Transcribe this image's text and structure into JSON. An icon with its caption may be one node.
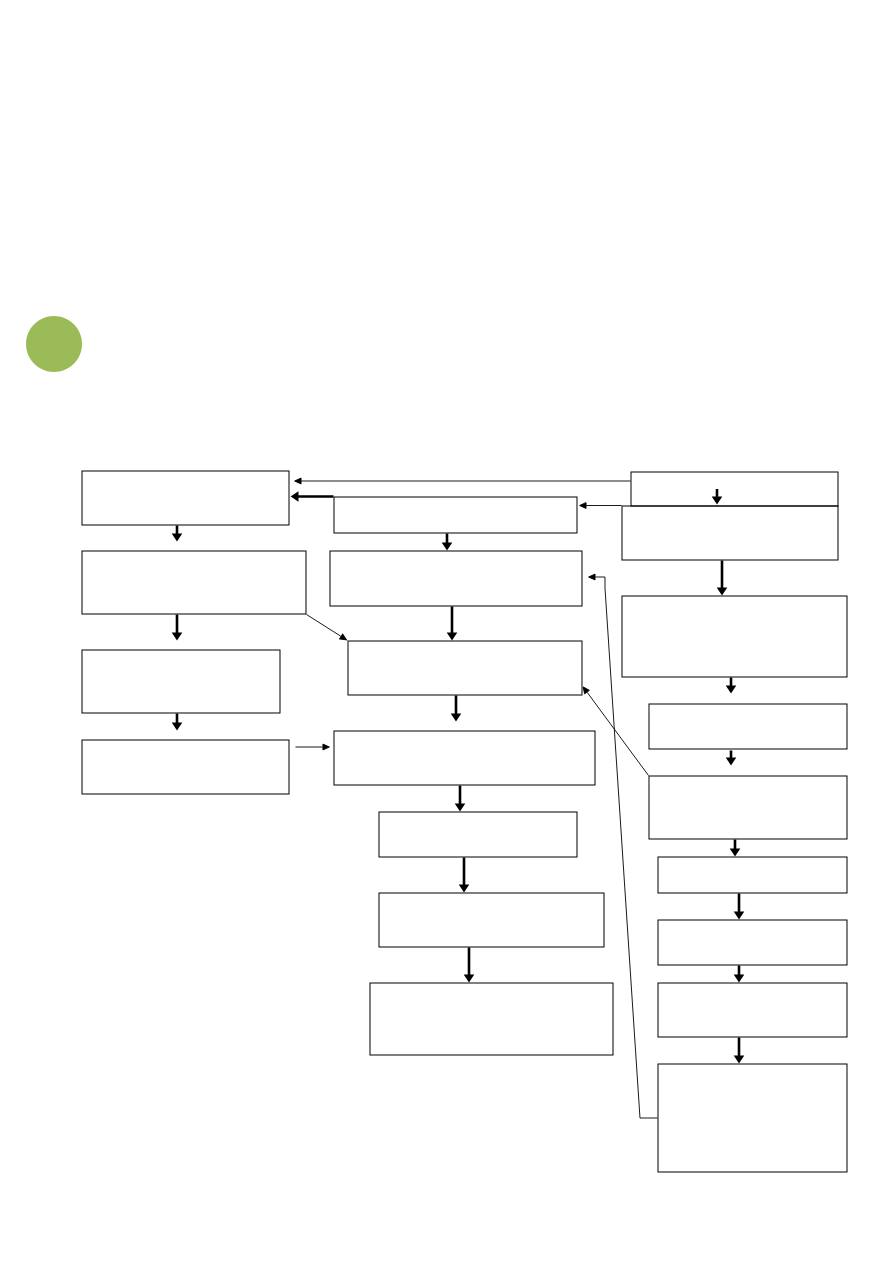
{
  "diagram": {
    "nodes": [
      {
        "text": [],
        "shape": "box"
      },
      {
        "text": [],
        "shape": "box"
      },
      {
        "text": [],
        "shape": "box"
      },
      {
        "text": [],
        "shape": "box"
      },
      {
        "text": [],
        "shape": "box"
      },
      {
        "text": [],
        "shape": "box"
      },
      {
        "text": [],
        "shape": "box"
      },
      {
        "text": [],
        "shape": "box"
      },
      {
        "text": [],
        "shape": "box"
      },
      {
        "text": [],
        "shape": "box"
      },
      {
        "text": [],
        "shape": "box"
      },
      {
        "text": [],
        "shape": "box"
      },
      {
        "text": [],
        "shape": "box"
      },
      {
        "text": [],
        "shape": "box"
      },
      {
        "text": [],
        "shape": "box"
      },
      {
        "text": [],
        "shape": "box"
      },
      {
        "text": [],
        "shape": "box"
      },
      {
        "text": [],
        "shape": "box"
      },
      {
        "text": [],
        "shape": "box"
      },
      {
        "text": [],
        "shape": "box"
      }
    ],
    "edges": [
      {
        "from": 11,
        "to": 0,
        "arrow": "to"
      },
      {
        "from": 4,
        "to": 0,
        "arrow": "to"
      },
      {
        "from": 12,
        "to": 4,
        "arrow": "to"
      },
      {
        "from": 11,
        "to": 12,
        "arrow": "to"
      },
      {
        "from": 0,
        "to": 1,
        "arrow": "to"
      },
      {
        "from": 1,
        "to": 2,
        "arrow": "to"
      },
      {
        "from": 2,
        "to": 3,
        "arrow": "to"
      },
      {
        "from": 3,
        "to": 7,
        "arrow": "to"
      },
      {
        "from": 1,
        "to": 6,
        "arrow": "to"
      },
      {
        "from": 4,
        "to": 5,
        "arrow": "to"
      },
      {
        "from": 5,
        "to": 6,
        "arrow": "to"
      },
      {
        "from": 6,
        "to": 7,
        "arrow": "to"
      },
      {
        "from": 7,
        "to": 8,
        "arrow": "to"
      },
      {
        "from": 8,
        "to": 9,
        "arrow": "to"
      },
      {
        "from": 9,
        "to": 10,
        "arrow": "to"
      },
      {
        "from": 12,
        "to": 13,
        "arrow": "to"
      },
      {
        "from": 13,
        "to": 14,
        "arrow": "to"
      },
      {
        "from": 14,
        "to": 15,
        "arrow": "to"
      },
      {
        "from": 15,
        "to": 16,
        "arrow": "to"
      },
      {
        "from": 16,
        "to": 17,
        "arrow": "to"
      },
      {
        "from": 17,
        "to": 18,
        "arrow": "to"
      },
      {
        "from": 18,
        "to": 19,
        "arrow": "to"
      },
      {
        "from": 15,
        "to": 6,
        "arrow": "to"
      },
      {
        "from": 19,
        "to": 5,
        "arrow": "to"
      }
    ]
  }
}
